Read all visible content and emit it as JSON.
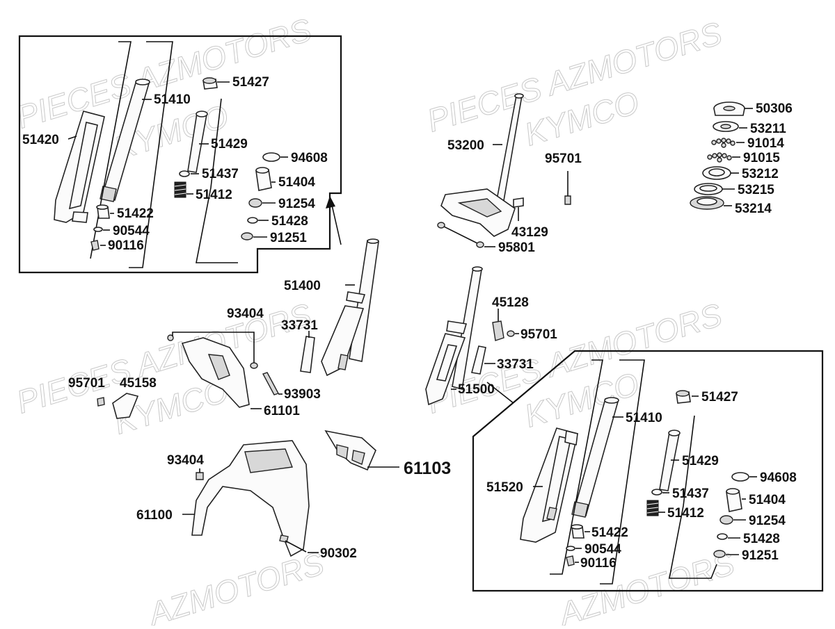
{
  "watermarks": [
    {
      "text": "PIECES AZMOTORS"
    },
    {
      "text": "KYMCO"
    },
    {
      "text": "PIECES AZMOTORS"
    },
    {
      "text": "KYMCO"
    },
    {
      "text": "PIECES AZMOTORS"
    },
    {
      "text": "KYMCO"
    },
    {
      "text": "PIECES AZMOTORS"
    },
    {
      "text": "KYMCO"
    },
    {
      "text": "AZMOTORS"
    },
    {
      "text": "AZMOTORS"
    }
  ],
  "labels": {
    "l51420": "51420",
    "l51410a": "51410",
    "l51427a": "51427",
    "l51429a": "51429",
    "l94608a": "94608",
    "l51437a": "51437",
    "l51404a": "51404",
    "l51412a": "51412",
    "l91254a": "91254",
    "l51422a": "51422",
    "l90544a": "90544",
    "l51428a": "51428",
    "l91251a": "91251",
    "l90116a": "90116",
    "l53200": "53200",
    "l95701a": "95701",
    "l43129": "43129",
    "l95801": "95801",
    "l50306": "50306",
    "l53211": "53211",
    "l91014": "91014",
    "l91015": "91015",
    "l53212": "53212",
    "l53215": "53215",
    "l53214": "53214",
    "l51400": "51400",
    "l33731a": "33731",
    "l93404a": "93404",
    "l95701b": "95701",
    "l45158": "45158",
    "l93903": "93903",
    "l61101": "61101",
    "l45128": "45128",
    "l95701c": "95701",
    "l33731b": "33731",
    "l51500": "51500",
    "l61103": "61103",
    "l93404b": "93404",
    "l61100": "61100",
    "l90302": "90302",
    "l51427b": "51427",
    "l51410b": "51410",
    "l51429b": "51429",
    "l94608b": "94608",
    "l51520": "51520",
    "l51437b": "51437",
    "l51404b": "51404",
    "l51412b": "51412",
    "l91254b": "91254",
    "l51422b": "51422",
    "l51428b": "51428",
    "l90544b": "90544",
    "l91251b": "91251",
    "l90116b": "90116"
  }
}
